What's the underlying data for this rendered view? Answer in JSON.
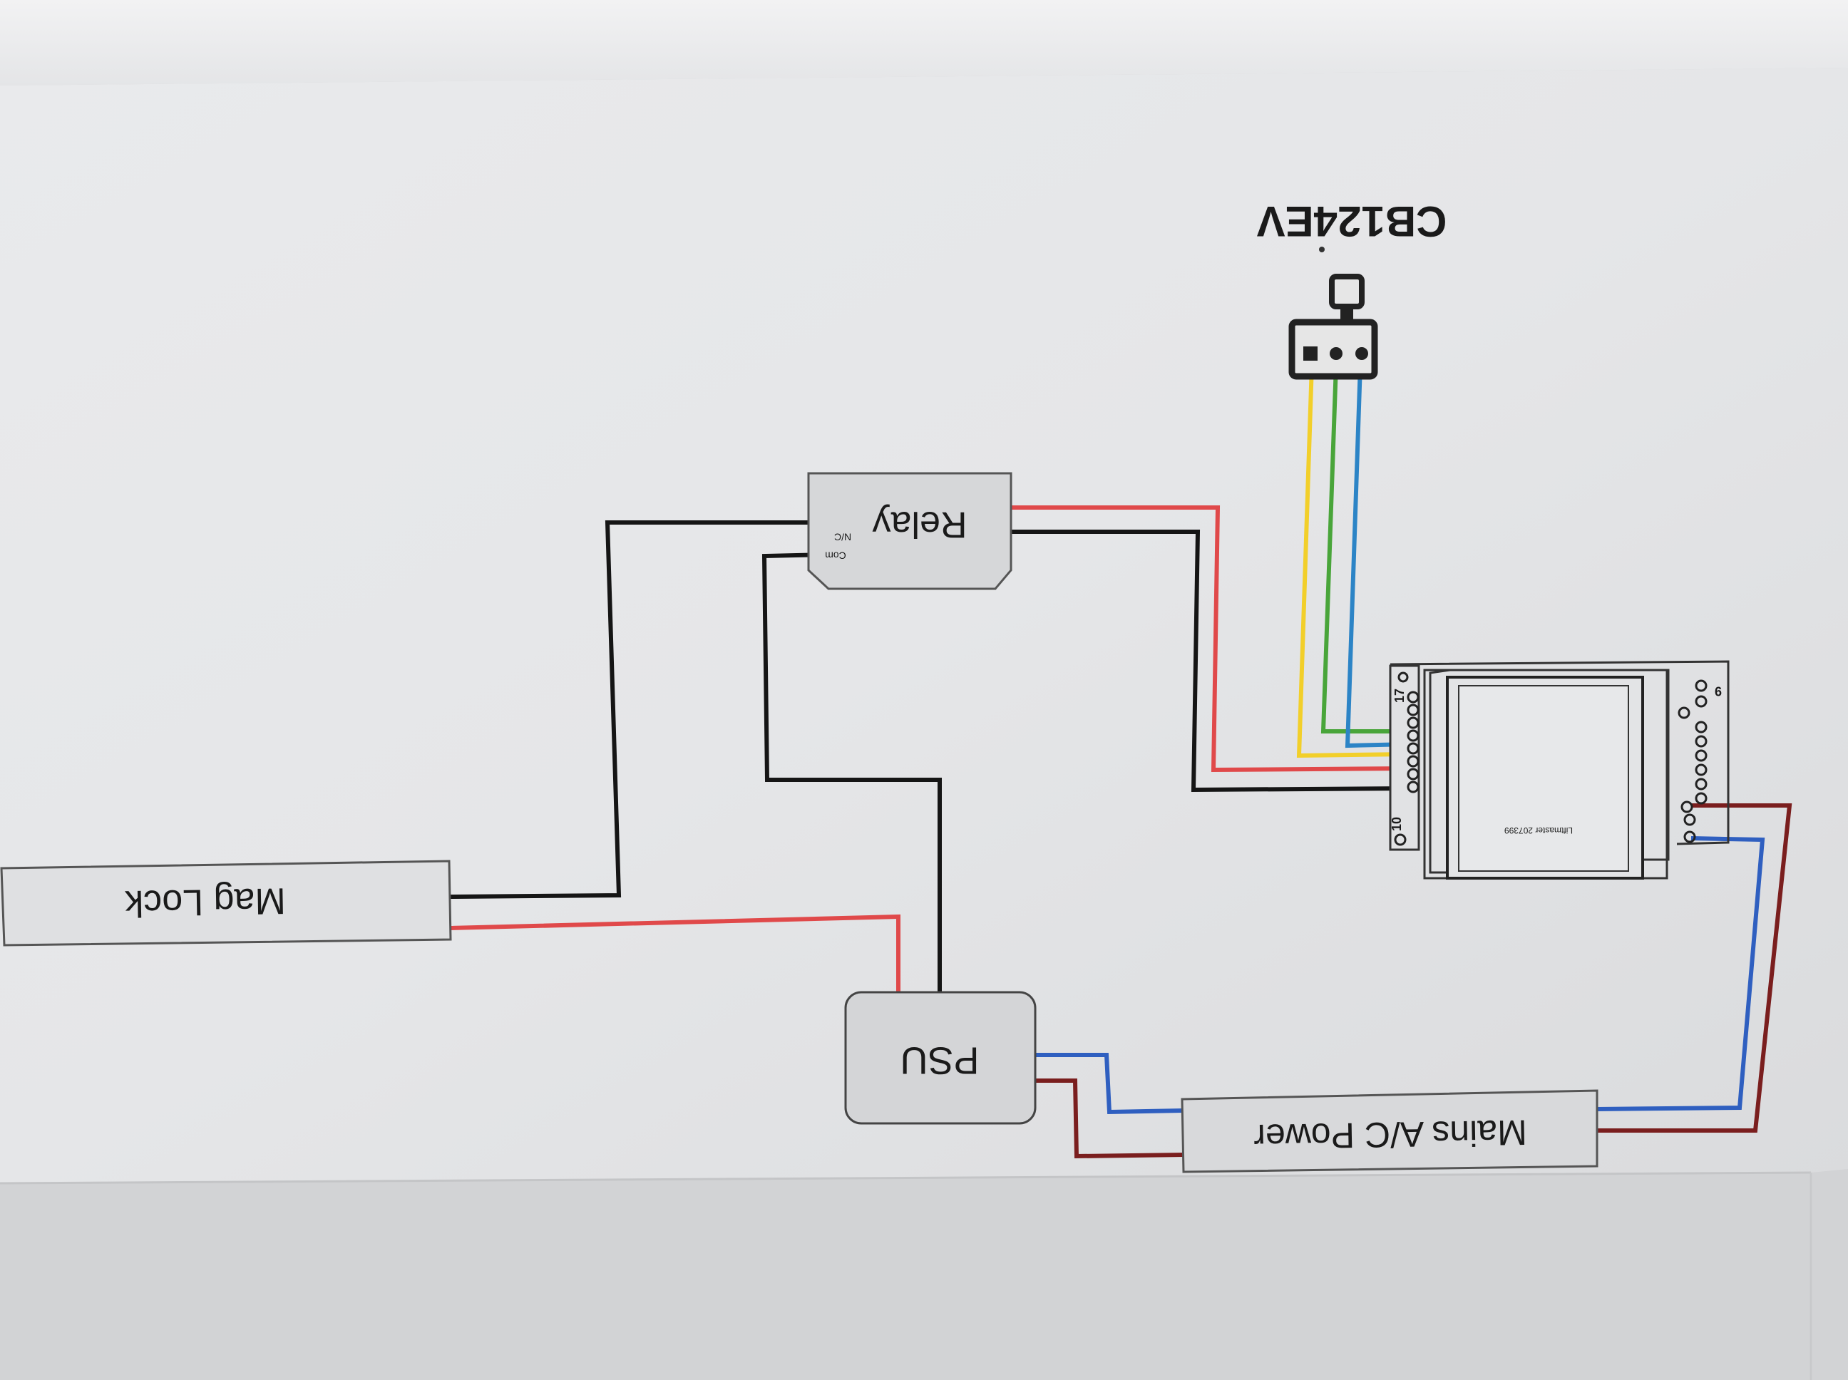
{
  "components": {
    "mag_lock": "Mag Lock",
    "psu": "PSU",
    "mains": "Mains A/C Power",
    "relay": "Relay",
    "relay_nc": "N/C",
    "relay_com": "Com",
    "receiver": "CB124EV",
    "controller": "Liftmaster 207399",
    "terminal_17": "17",
    "terminal_10": "10",
    "terminal_9": "9"
  },
  "colors": {
    "black_wire": "#151515",
    "red_wire": "#e0494a",
    "blue_wire": "#2f5fc0",
    "brown_wire": "#7a1e1e",
    "yellow_wire": "#f2cf2a",
    "green_wire": "#49a53a",
    "cyan_wire": "#2c84c6"
  }
}
